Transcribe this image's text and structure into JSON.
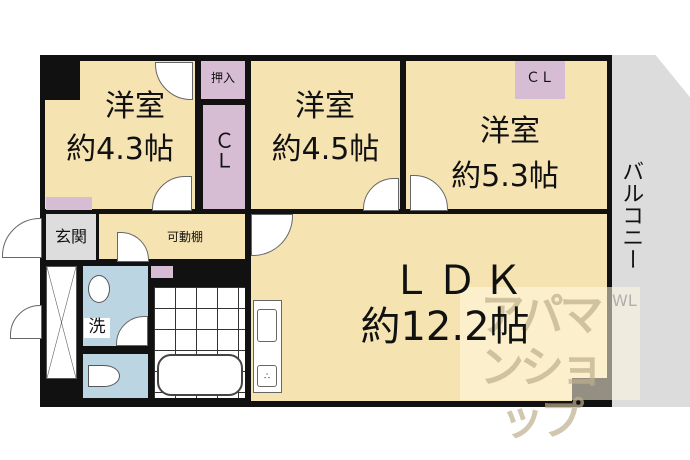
{
  "rooms": {
    "western1": {
      "name": "洋室",
      "size": "約4.3帖"
    },
    "western2": {
      "name": "洋室",
      "size": "約4.5帖"
    },
    "western3": {
      "name": "洋室",
      "size": "約5.3帖"
    },
    "ldk": {
      "name": "ＬＤＫ",
      "size": "約12.2帖"
    },
    "oshiire": "押入",
    "closet1": "ＣＬ",
    "closet2": "ＣＬ",
    "genkan": "玄関",
    "shelf": "可動棚",
    "washroom": "洗",
    "balcony": "バルコニー"
  },
  "watermark": {
    "text": "アパマンショップ",
    "small": "WL"
  },
  "colors": {
    "room": "#f5e3b2",
    "closet": "#d7bdd3",
    "wet": "#bcd5e2",
    "balcony": "#dcdcdc",
    "wall": "#111111"
  }
}
